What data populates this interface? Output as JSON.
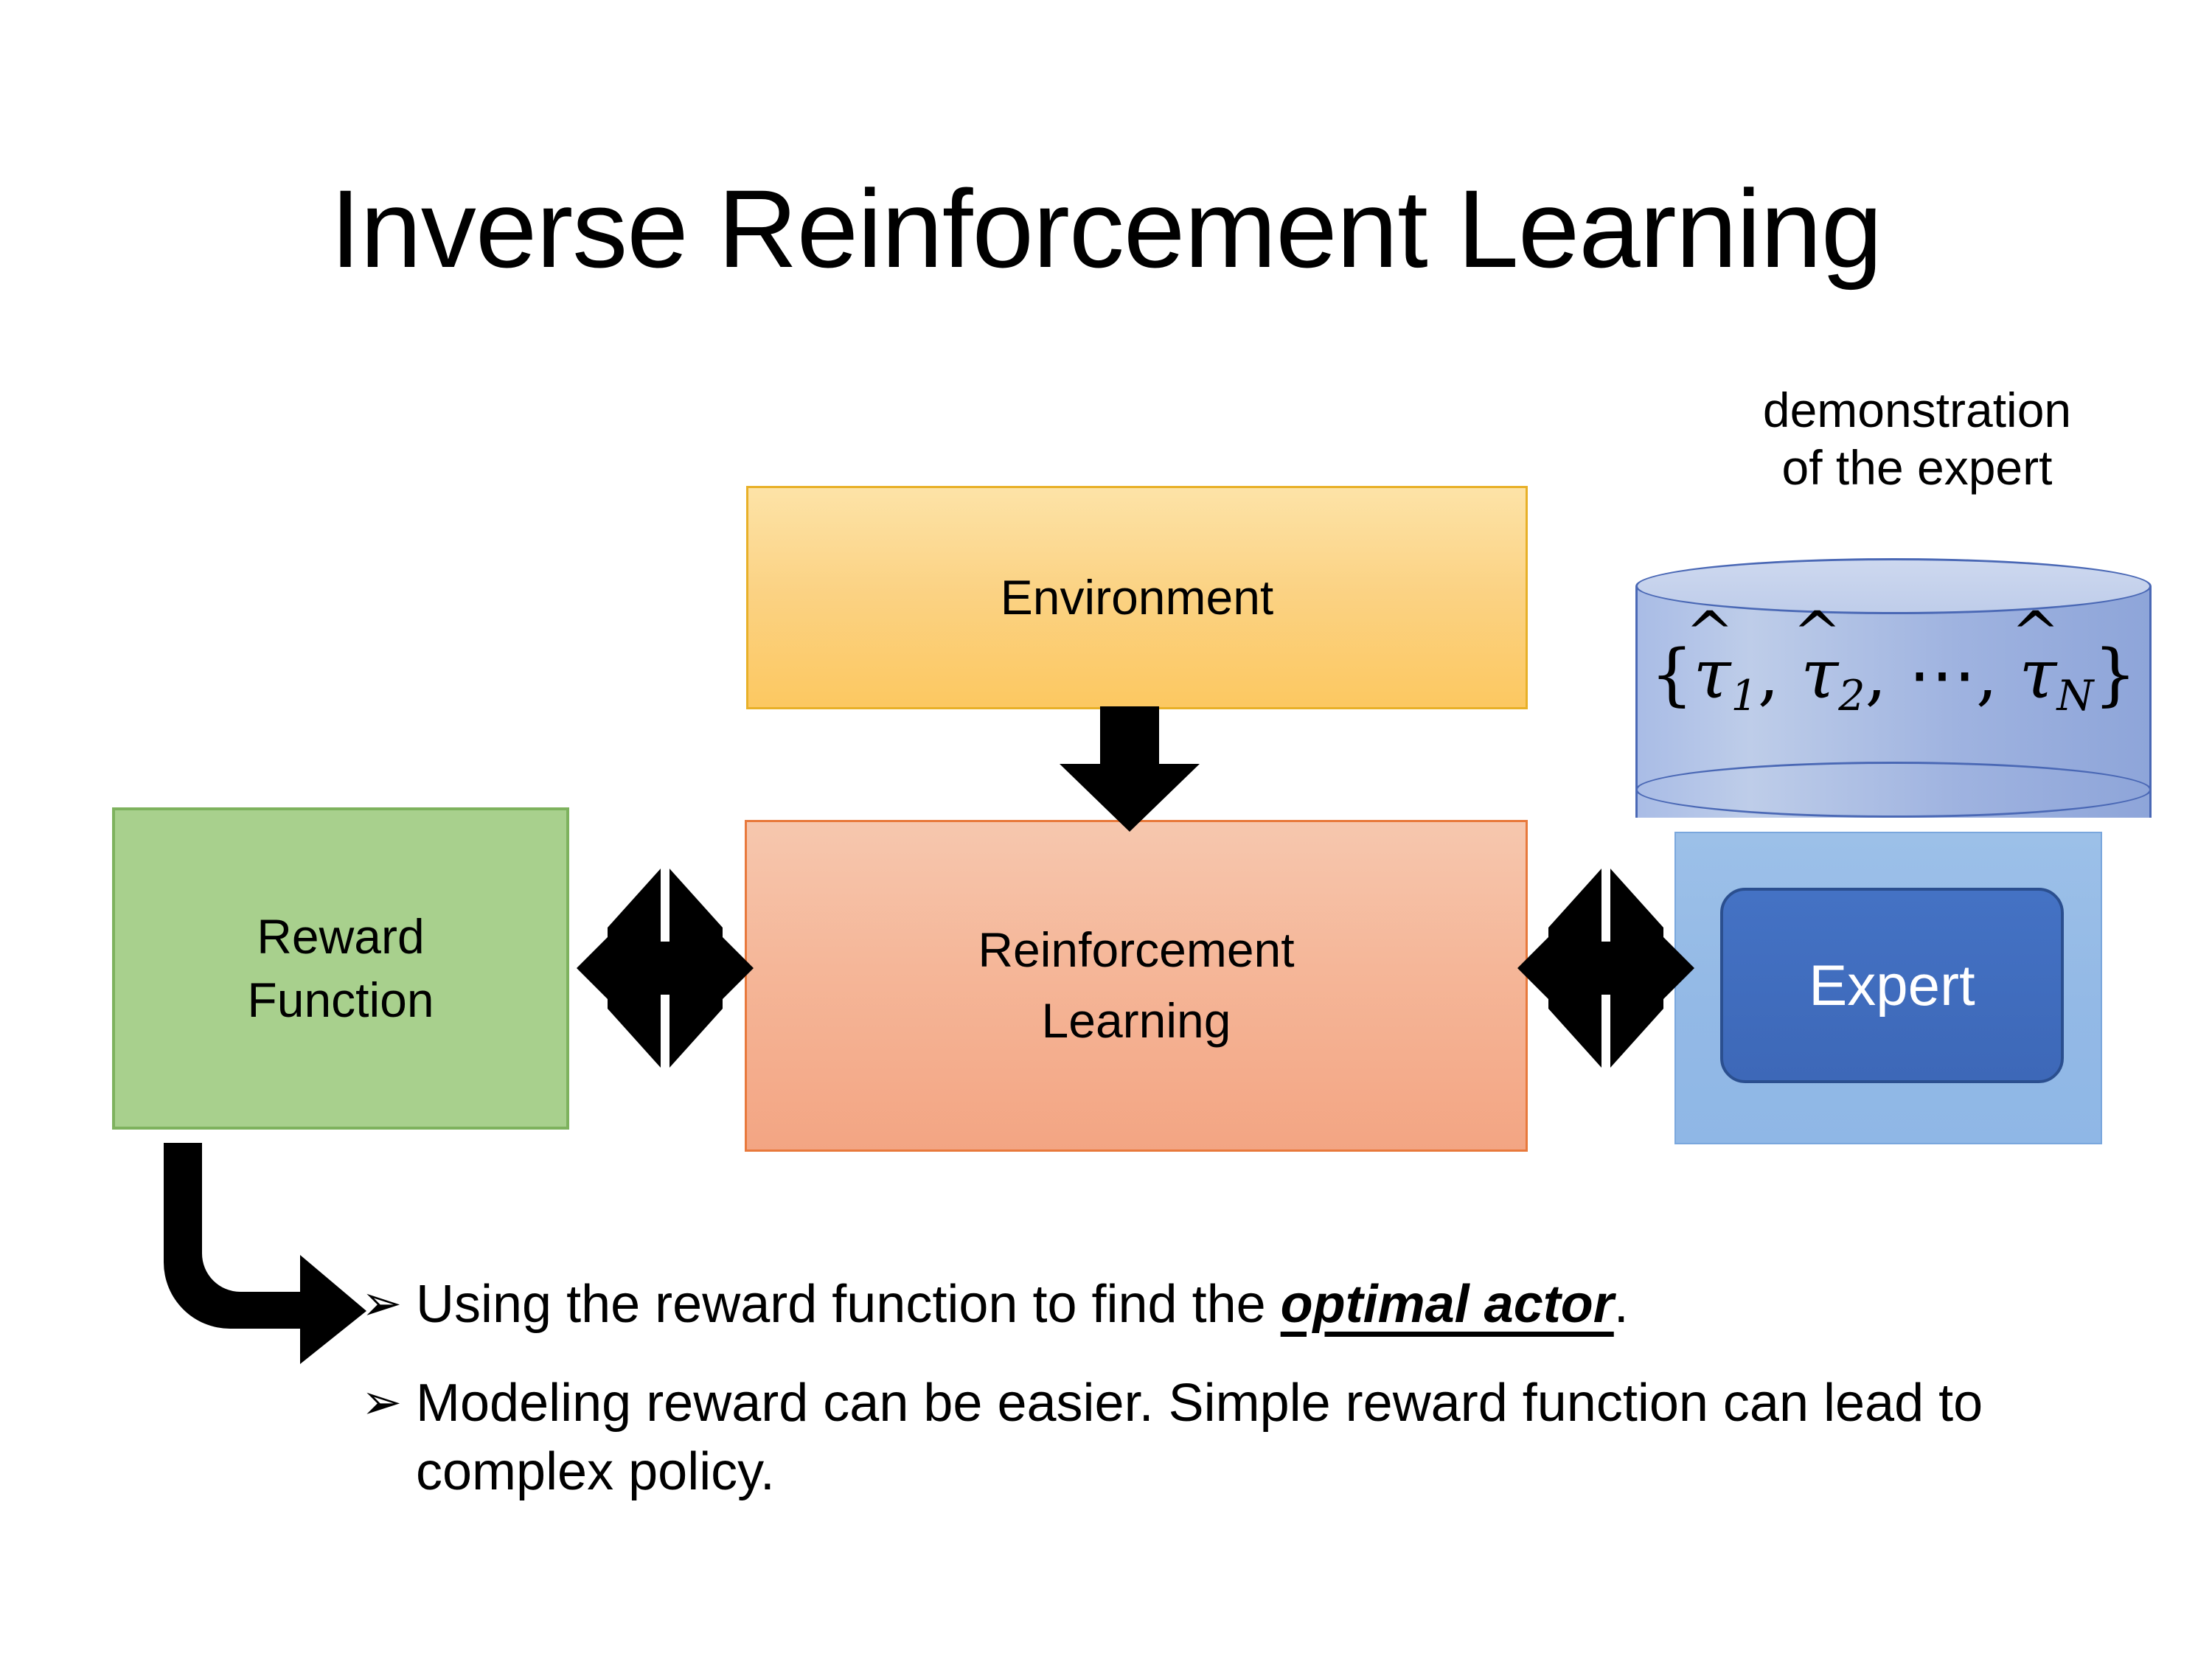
{
  "slide": {
    "title": "Inverse Reinforcement Learning",
    "background_color": "#ffffff"
  },
  "diagram": {
    "environment": {
      "label": "Environment",
      "fill_color": "#fbd283",
      "border_color": "#e8b028"
    },
    "reinforcement_learning": {
      "label": "Reinforcement\nLearning",
      "label_line1": "Reinforcement",
      "label_line2": "Learning",
      "fill_color": "#f5b698",
      "border_color": "#e8793c"
    },
    "reward_function": {
      "label_line1": "Reward",
      "label_line2": "Function",
      "fill_color": "#a8d08d",
      "border_color": "#7eb25e"
    },
    "demonstration": {
      "caption_line1": "demonstration",
      "caption_line2": "of the expert",
      "cylinder_fill_color": "#9fb3e0",
      "cylinder_border_color": "#4a68b5",
      "formula": {
        "open_brace": "{",
        "tau": "τ",
        "sub1": "1",
        "sub2": "2",
        "ellipsis": "⋯",
        "subN": "N",
        "comma": ",",
        "close_brace": "}",
        "plain": "{τ̂1, τ̂2, ⋯, τ̂N}"
      }
    },
    "expert": {
      "label": "Expert",
      "fill_color": "#4472c4",
      "border_color": "#2b4f8f",
      "text_color": "#ffffff",
      "panel_fill_color": "#93b9e6"
    },
    "arrows": {
      "environment_to_rl": "down-arrow-icon",
      "reward_to_rl": "quad-arrow-icon",
      "rl_to_expert": "quad-arrow-icon",
      "reward_to_bullets": "bent-arrow-icon"
    }
  },
  "bullets": {
    "marker": "➢",
    "items": [
      {
        "prefix": "Using the reward function to find the ",
        "emphasis": "optimal actor",
        "suffix": "."
      },
      {
        "prefix": "Modeling reward can be easier. Simple reward function can lead to complex policy.",
        "emphasis": "",
        "suffix": ""
      }
    ]
  }
}
